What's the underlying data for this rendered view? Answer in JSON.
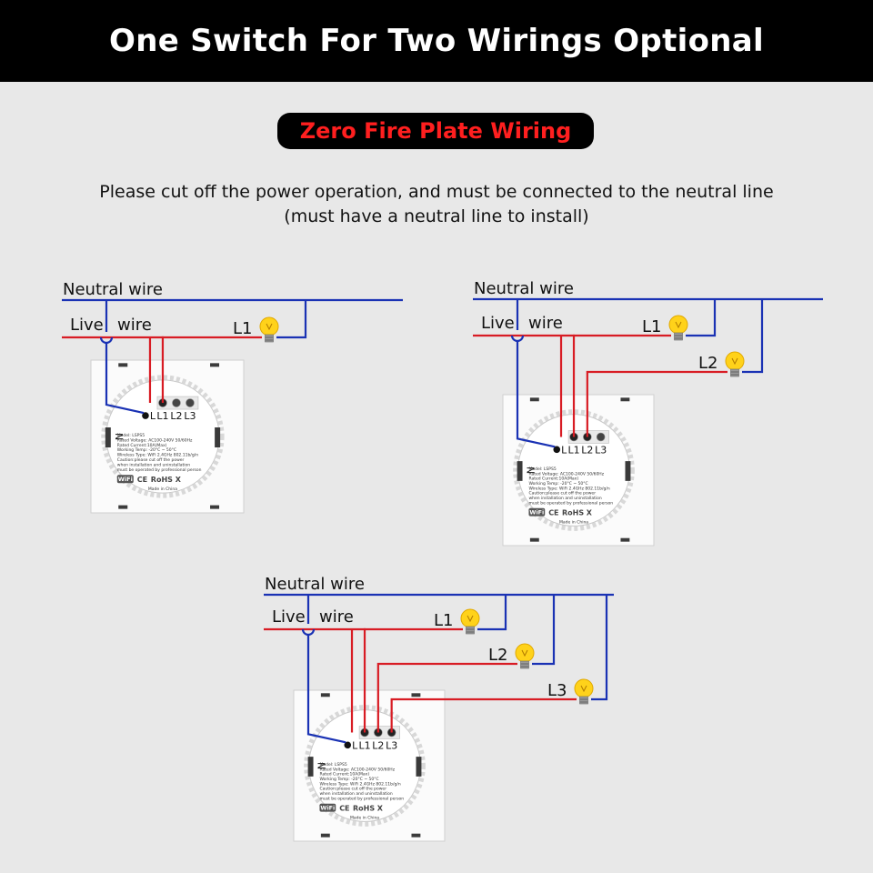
{
  "header": {
    "title": "One Switch For Two Wirings Optional"
  },
  "badge": {
    "text": "Zero Fire Plate Wiring"
  },
  "instructions": {
    "line1": "Please cut off the power operation, and must be connected to the neutral line",
    "line2": "(must have a neutral line to install)"
  },
  "wires": {
    "neutral": "Neutral wire",
    "live_left": "Live",
    "live_right": "wire"
  },
  "lamps": [
    "L1",
    "L2",
    "L3"
  ],
  "terminals": [
    "L",
    "L1",
    "L2",
    "L3"
  ],
  "module": {
    "n_mark": "N",
    "lines": [
      "Model: LSPS5",
      "Rated Voltage: AC100-240V 50/60Hz",
      "Rated Current:10A(Max)",
      "Working Temp: -20°C ~ 50°C",
      "Wireless Type: WiFi 2.4GHz 802.11b/g/n",
      "Caution:please cut off the power",
      "when installation and uninstallation",
      "must be operated by professional person"
    ],
    "cert": [
      "WiFi",
      "CE",
      "RoHS",
      "X"
    ],
    "origin": "Made in China"
  },
  "colors": {
    "neutral": "#1a32b4",
    "live": "#d81c24",
    "header_bg": "#000000",
    "badge_text": "#ff1f1f",
    "background": "#e8e8e8"
  }
}
